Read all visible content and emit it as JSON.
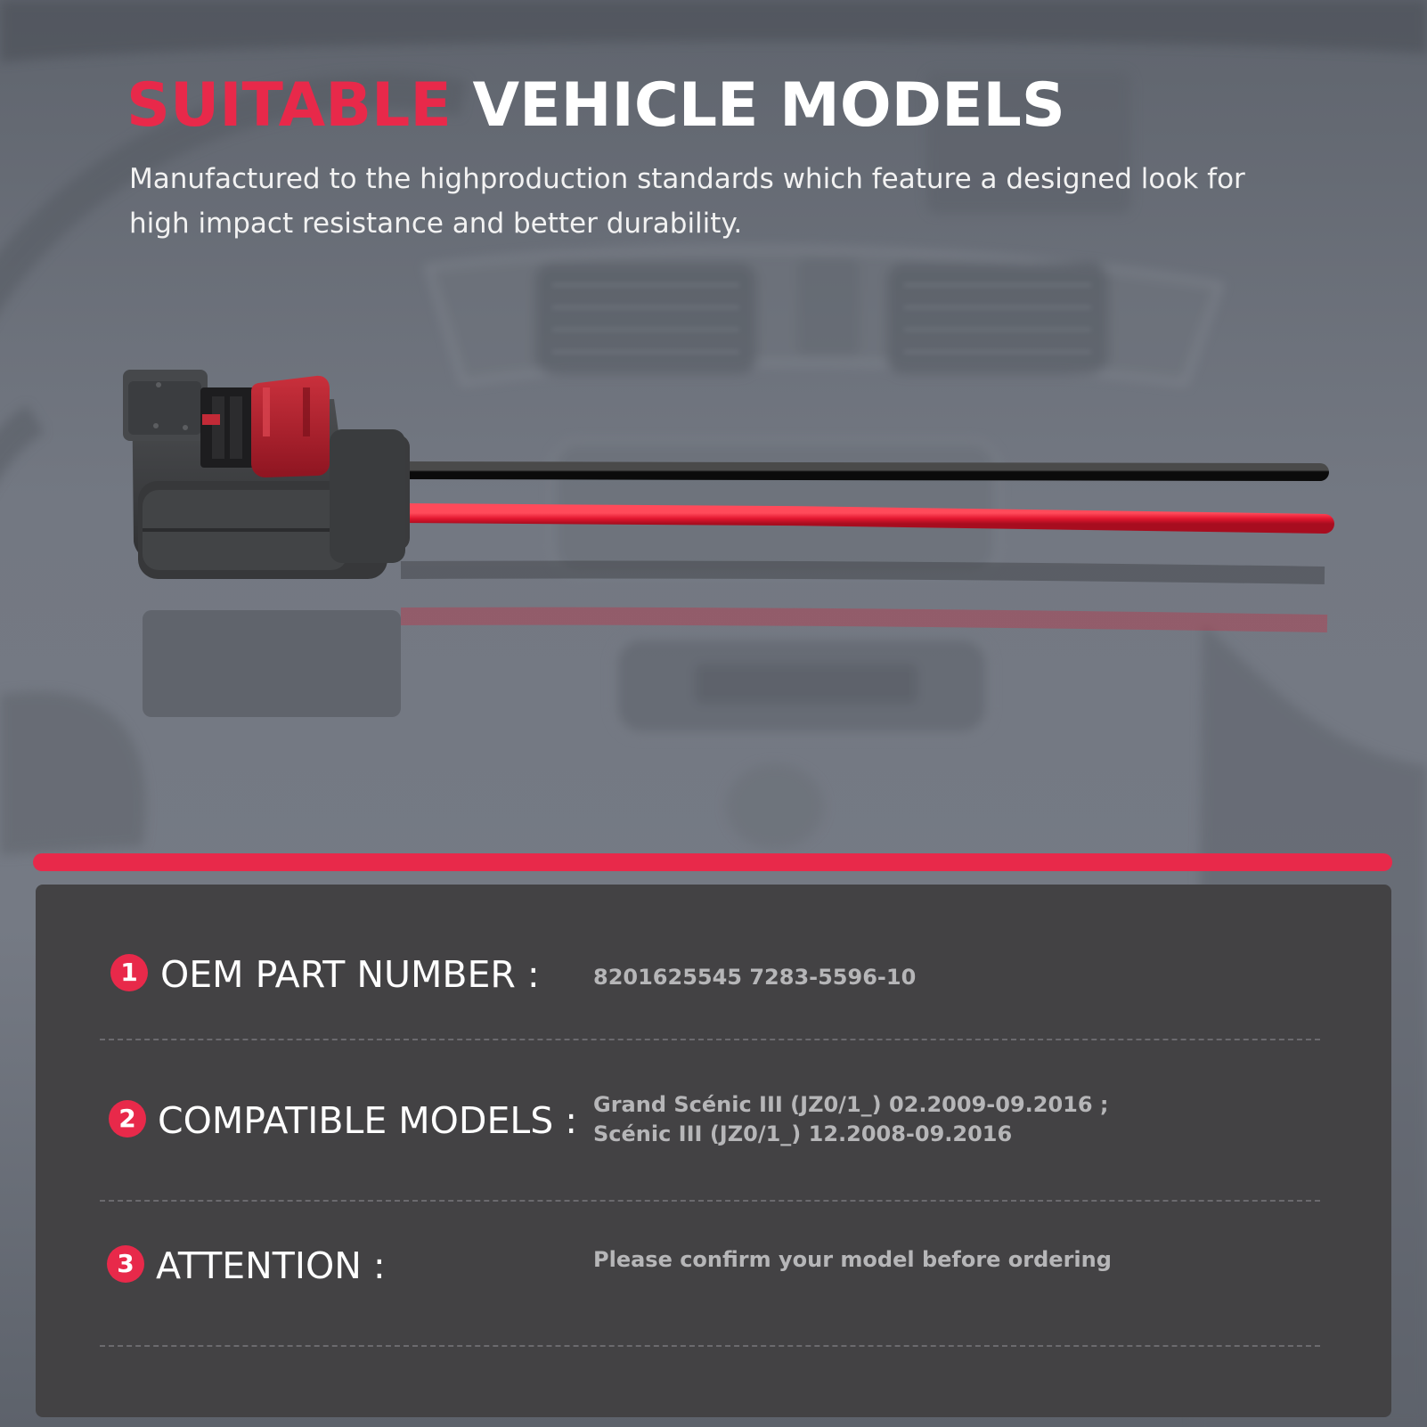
{
  "headline": {
    "highlight": "SUITABLE",
    "rest": "VEHICLE MODELS"
  },
  "subtitle": "Manufactured to the highproduction standards which feature a designed look for high impact resistance and better durability.",
  "colors": {
    "accent": "#e8294a",
    "panel": "#434244",
    "wire_black": "#1b1b1b",
    "wire_red": "#e3172f",
    "connector_body": "#3d3e40",
    "connector_lock": "#b21e2c"
  },
  "specs": [
    {
      "number": "1",
      "label": "OEM PART NUMBER :",
      "lines": [
        "8201625545 7283-5596-10"
      ]
    },
    {
      "number": "2",
      "label": "COMPATIBLE MODELS :",
      "lines": [
        "Grand Scénic III (JZ0/1_) 02.2009-09.2016 ;",
        "Scénic III (JZ0/1_) 12.2008-09.2016"
      ]
    },
    {
      "number": "3",
      "label": "ATTENTION :",
      "lines": [
        "Please confirm your model before ordering"
      ]
    }
  ]
}
